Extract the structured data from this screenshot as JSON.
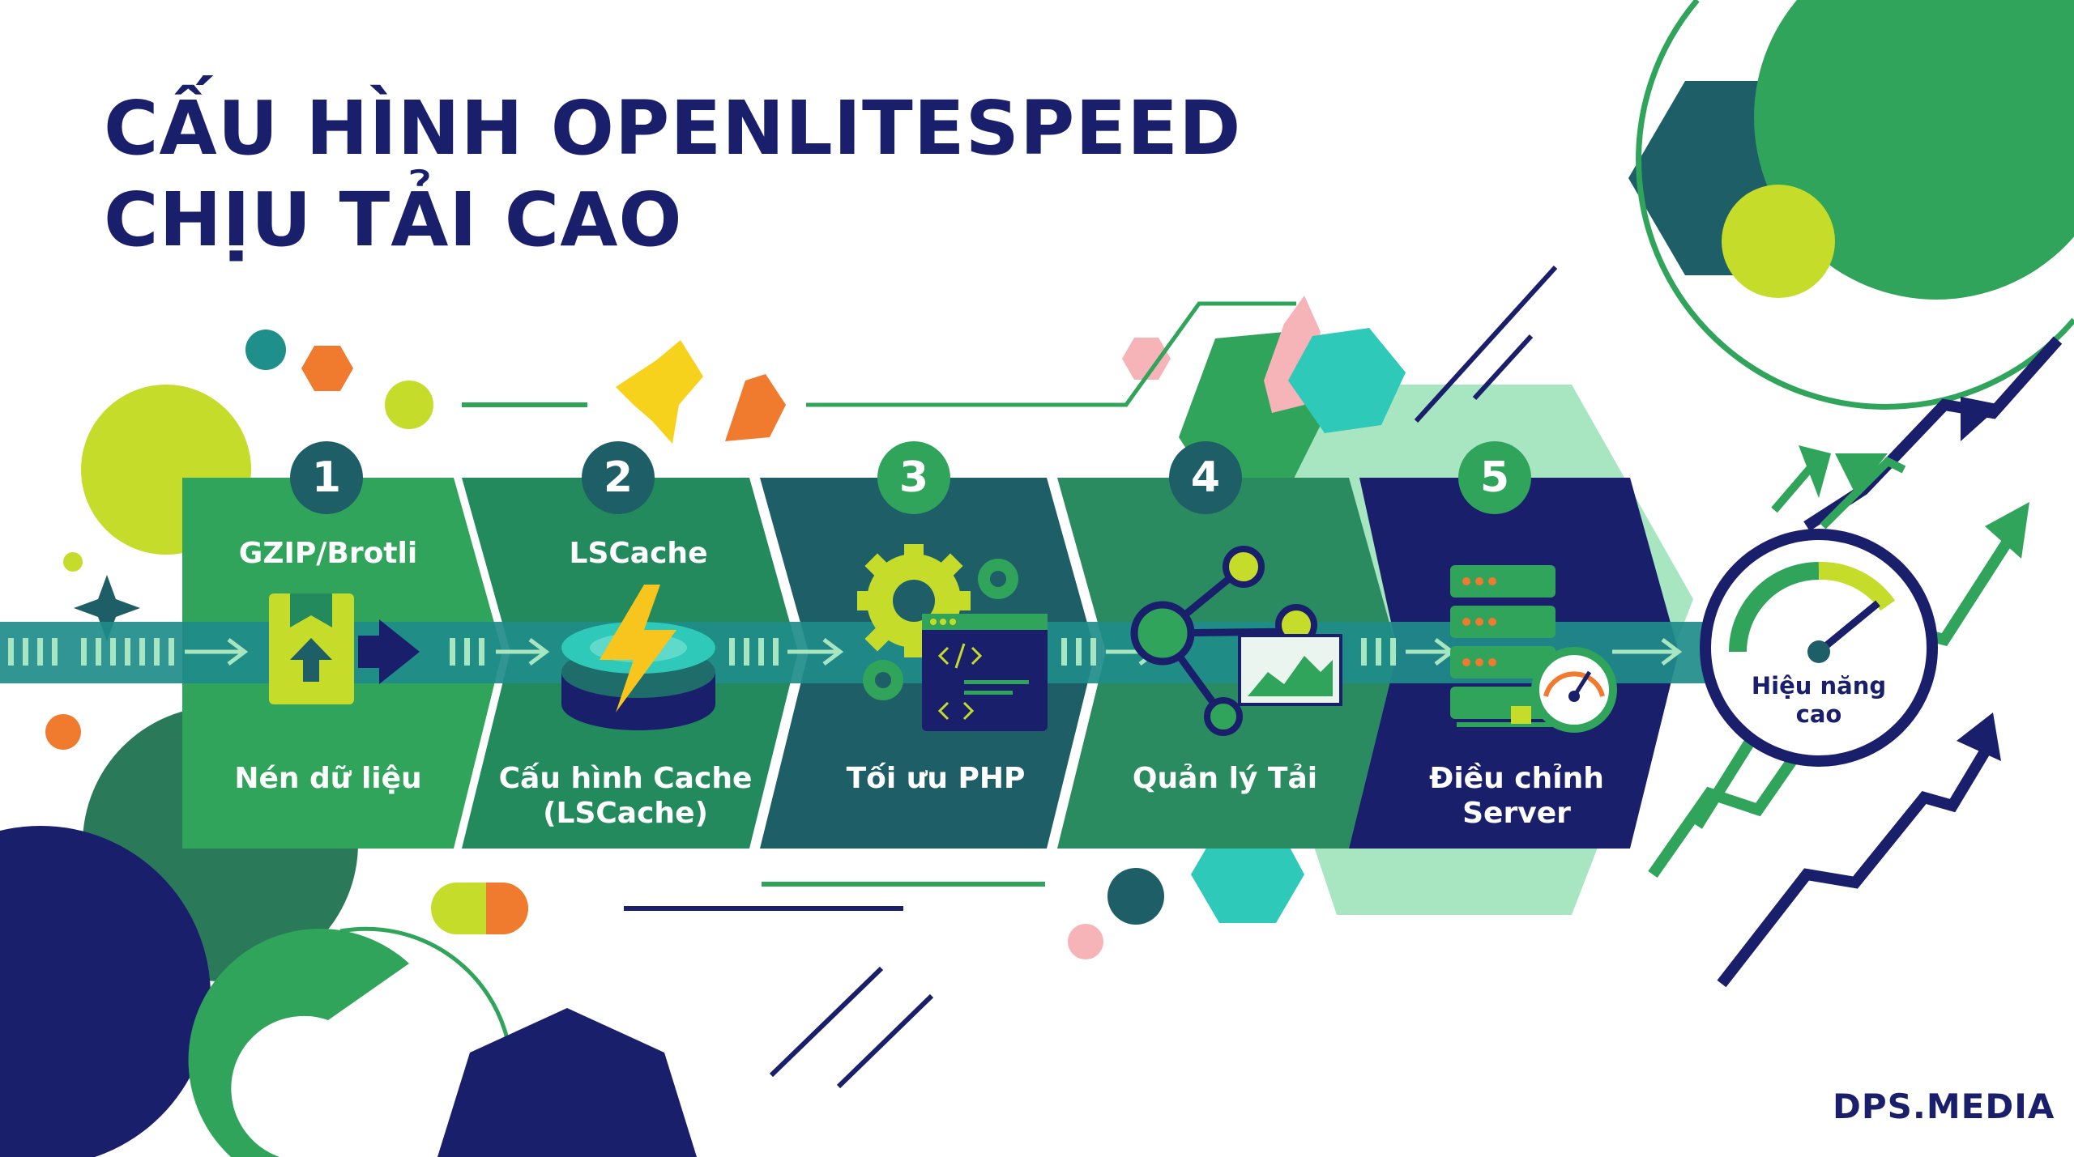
{
  "title": {
    "line1": "CẤU HÌNH OPENLITESPEED",
    "line2": "CHỊU TẢI CAO"
  },
  "steps": [
    {
      "number": "1",
      "top_label": "GZIP/Brotli",
      "bottom_label": "Nén dữ liệu",
      "icon": "compressed-file-icon"
    },
    {
      "number": "2",
      "top_label": "LSCache",
      "bottom_label": "Cấu hình Cache\n(LSCache)",
      "icon": "cache-lightning-icon"
    },
    {
      "number": "3",
      "top_label": "",
      "bottom_label": "Tối ưu PHP",
      "icon": "gears-code-icon"
    },
    {
      "number": "4",
      "top_label": "",
      "bottom_label": "Quản lý Tải",
      "icon": "load-network-icon"
    },
    {
      "number": "5",
      "top_label": "",
      "bottom_label": "Điều chỉnh\nServer",
      "icon": "server-gauge-icon"
    }
  ],
  "result": {
    "label": "Hiệu năng\ncao",
    "icon": "speedometer-icon"
  },
  "brand": "DPS.MEDIA",
  "colors": {
    "navy": "#1a1f6b",
    "green": "#2fa45a",
    "dark_green": "#236e5c",
    "teal": "#1e6d6a",
    "lime": "#c6dc2a",
    "mint": "#a8e6c2",
    "cyan": "#2ec9b8",
    "orange": "#f07a2e",
    "pink": "#f6b3b8",
    "yellow": "#f7d21d"
  }
}
